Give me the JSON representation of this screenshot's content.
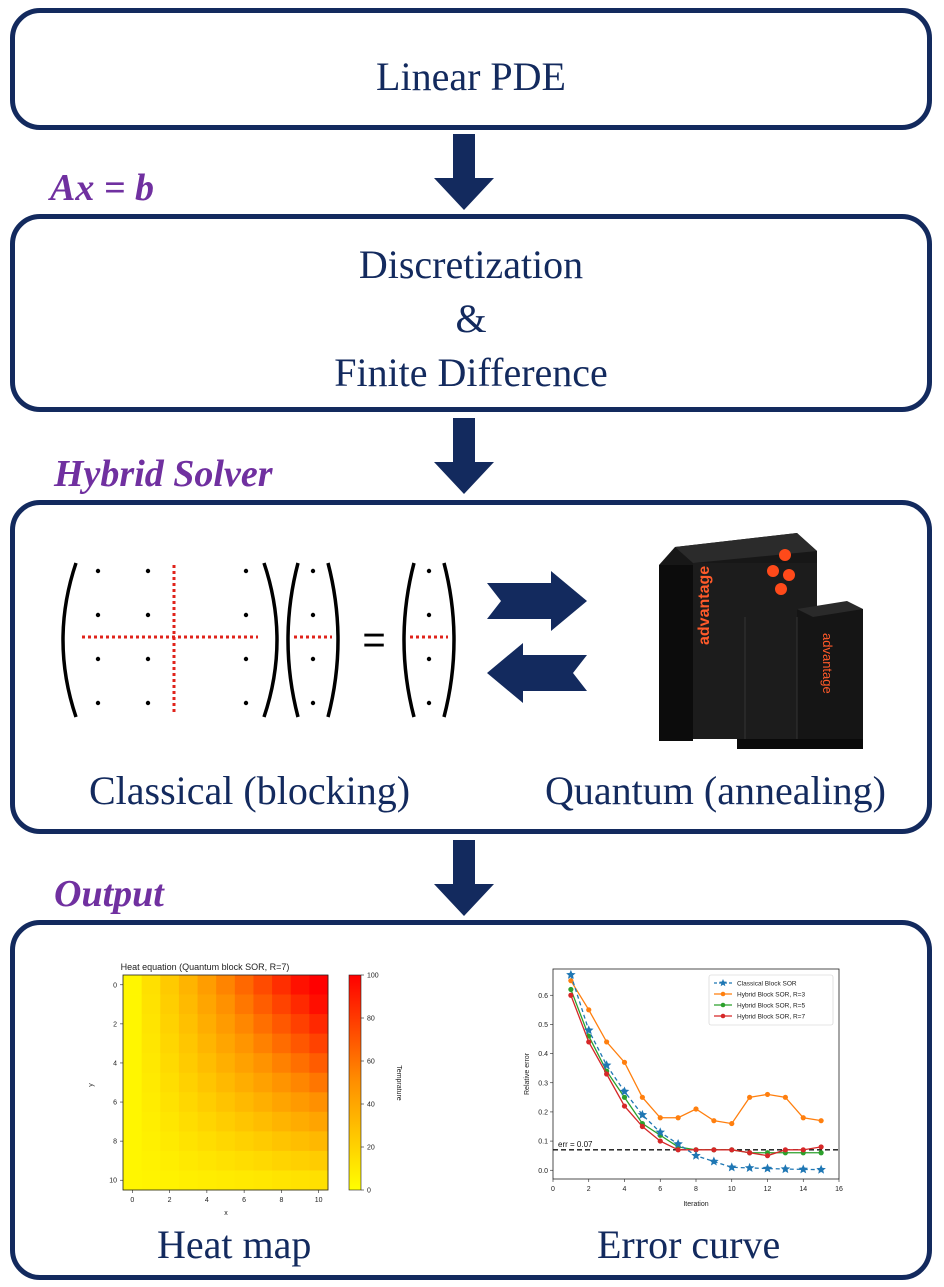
{
  "boxes": {
    "pde": "Linear PDE",
    "discretization": [
      "Discretization",
      "&",
      "Finite Difference"
    ]
  },
  "labels": {
    "equation": "Ax = b",
    "hybrid": "Hybrid Solver",
    "output": "Output"
  },
  "hybrid": {
    "equals": "=",
    "classical_caption": "Classical (blocking)",
    "quantum_caption": "Quantum (annealing)",
    "machine_brand": "advantage",
    "colors": {
      "block_divider": "#e0231b",
      "arrow": "#132a5e"
    }
  },
  "outputs": {
    "heatmap_caption": "Heat map",
    "error_caption": "Error curve"
  },
  "chart_data": [
    {
      "type": "heatmap",
      "title": "Heat equation (Quantum block SOR, R=7)",
      "xlabel": "x",
      "ylabel": "y",
      "colorbar_label": "Temprature",
      "x_ticks": [
        "0",
        "2",
        "4",
        "6",
        "8",
        "10"
      ],
      "y_ticks": [
        "0",
        "2",
        "4",
        "6",
        "8",
        "10"
      ],
      "colorbar_ticks": [
        "0",
        "20",
        "40",
        "60",
        "80",
        "100"
      ],
      "clim": [
        0,
        100
      ],
      "grid_size": 11,
      "field": "temperature highest near (x=10, y=0), decreasing toward (x=0, y=10)"
    },
    {
      "type": "line",
      "xlabel": "Iteration",
      "ylabel": "Relative error",
      "xlim": [
        0,
        16
      ],
      "ylim": [
        -0.03,
        0.69
      ],
      "x_ticks": [
        0,
        2,
        4,
        6,
        8,
        10,
        12,
        14,
        16
      ],
      "y_ticks": [
        0.0,
        0.1,
        0.2,
        0.3,
        0.4,
        0.5,
        0.6
      ],
      "legend_position": "top-right",
      "threshold": {
        "value": 0.07,
        "label": "err = 0.07"
      },
      "series": [
        {
          "name": "Classical Block SOR",
          "color": "#1f77b4",
          "marker": "star",
          "dashed": true,
          "x": [
            1,
            2,
            3,
            4,
            5,
            6,
            7,
            8,
            9,
            10,
            11,
            12,
            13,
            14,
            15
          ],
          "y": [
            0.67,
            0.48,
            0.36,
            0.27,
            0.19,
            0.13,
            0.09,
            0.05,
            0.03,
            0.01,
            0.008,
            0.006,
            0.004,
            0.003,
            0.002
          ]
        },
        {
          "name": "Hybrid Block SOR, R=3",
          "color": "#ff7f0e",
          "marker": "circle",
          "dashed": false,
          "x": [
            1,
            2,
            3,
            4,
            5,
            6,
            7,
            8,
            9,
            10,
            11,
            12,
            13,
            14,
            15
          ],
          "y": [
            0.65,
            0.55,
            0.44,
            0.37,
            0.25,
            0.18,
            0.18,
            0.21,
            0.17,
            0.16,
            0.25,
            0.26,
            0.25,
            0.18,
            0.17
          ]
        },
        {
          "name": "Hybrid Block SOR, R=5",
          "color": "#2ca02c",
          "marker": "circle",
          "dashed": false,
          "x": [
            1,
            2,
            3,
            4,
            5,
            6,
            7,
            8,
            9,
            10,
            11,
            12,
            13,
            14,
            15
          ],
          "y": [
            0.62,
            0.46,
            0.34,
            0.25,
            0.16,
            0.12,
            0.08,
            0.07,
            0.07,
            0.07,
            0.06,
            0.06,
            0.06,
            0.06,
            0.06
          ]
        },
        {
          "name": "Hybrid Block SOR, R=7",
          "color": "#d62728",
          "marker": "circle",
          "dashed": false,
          "x": [
            1,
            2,
            3,
            4,
            5,
            6,
            7,
            8,
            9,
            10,
            11,
            12,
            13,
            14,
            15
          ],
          "y": [
            0.6,
            0.44,
            0.33,
            0.22,
            0.15,
            0.1,
            0.07,
            0.07,
            0.07,
            0.07,
            0.06,
            0.05,
            0.07,
            0.07,
            0.08
          ]
        }
      ]
    }
  ]
}
